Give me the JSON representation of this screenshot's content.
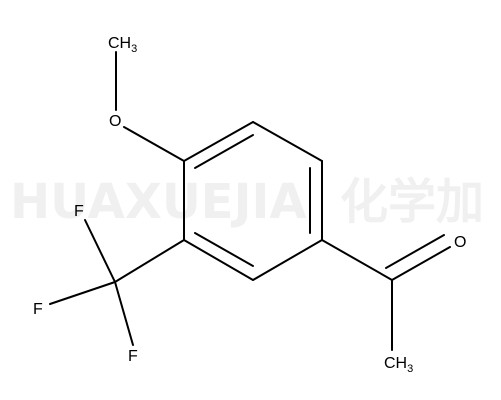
{
  "watermark": {
    "latin": "HUAXUEJIA",
    "cjk": "化学加"
  },
  "molecule": {
    "atoms": {
      "methoxy_carbon": {
        "symbol": "CH",
        "subscript": "3"
      },
      "methoxy_oxygen": {
        "symbol": "O"
      },
      "fluorine_top": {
        "symbol": "F"
      },
      "fluorine_left": {
        "symbol": "F"
      },
      "fluorine_bottom": {
        "symbol": "F"
      },
      "carbonyl_oxygen": {
        "symbol": "O"
      },
      "acetyl_methyl": {
        "symbol": "CH",
        "subscript": "3"
      }
    }
  }
}
